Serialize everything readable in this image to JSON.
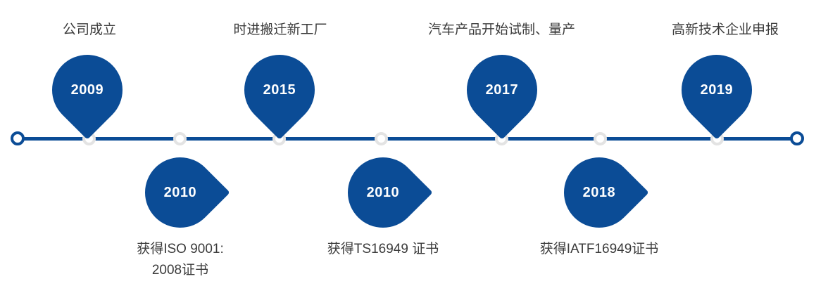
{
  "colors": {
    "brand_blue": "#0b4c96",
    "node_gray": "#e3e3e3",
    "text_gray": "#3b3b3b",
    "pin_text": "#ffffff",
    "background": "#ffffff"
  },
  "axis": {
    "start_marker": "timeline-start",
    "end_marker": "timeline-end",
    "node_count": 7
  },
  "milestones_top": [
    {
      "year": "2009",
      "caption": "公司成立"
    },
    {
      "year": "2015",
      "caption": "时进搬迁新工厂"
    },
    {
      "year": "2017",
      "caption": "汽车产品开始试制、量产"
    },
    {
      "year": "2019",
      "caption": "高新技术企业申报"
    }
  ],
  "milestones_bottom": [
    {
      "year": "2010",
      "caption": "获得ISO 9001:\n2008证书"
    },
    {
      "year": "2010",
      "caption": "获得TS16949 证书"
    },
    {
      "year": "2018",
      "caption": "获得IATF16949证书"
    }
  ]
}
